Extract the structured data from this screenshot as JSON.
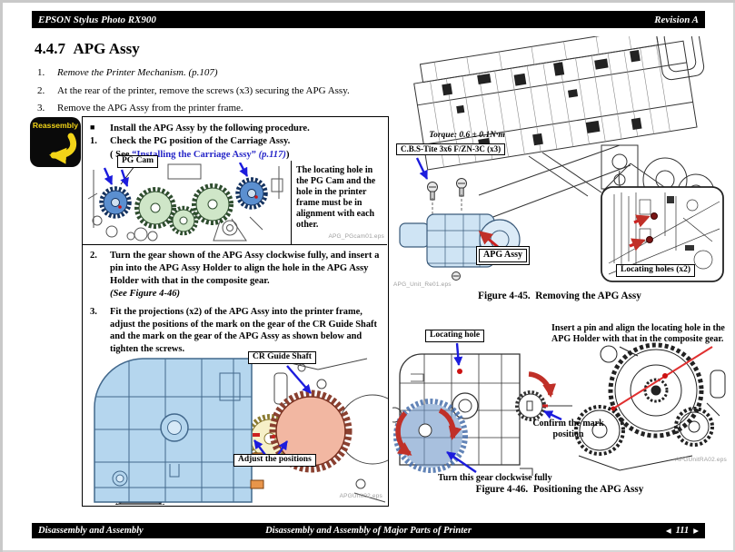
{
  "header": {
    "product": "EPSON Stylus Photo RX900",
    "revision": "Revision A"
  },
  "section_title": "4.4.7  APG Assy",
  "removal_steps": [
    {
      "num": "1.",
      "text": "Remove the Printer Mechanism. (p.107)"
    },
    {
      "num": "2.",
      "text": "At the rear of the printer, remove the screws (x3) securing the APG Assy."
    },
    {
      "num": "3.",
      "text": "Remove the APG Assy from the printer frame."
    }
  ],
  "reassembly": {
    "badge_label": "Reassembly",
    "intro_bullet": "■",
    "intro_text": "Install the APG Assy by the following procedure.",
    "step1_num": "1.",
    "step1_text": "Check the PG position of the Carriage Assy.",
    "step1_see_prefix": "( See ",
    "step1_link": "“Installing the Carriage Assy”",
    "step1_pageref": " (p.117)",
    "step1_suffix": ")",
    "pg_cam_label": "PG Cam",
    "pg_note": "The locating hole in the PG Cam and the hole in the printer frame must be in alignment with each other.",
    "pg_eps": "APG_PGcam01.eps",
    "step2_num": "2.",
    "step2_text": "Turn the gear shown of the APG Assy clockwise fully, and insert a pin into the APG Assy Holder to align the hole in the APG Assy Holder with that in the composite gear.",
    "step2_ref": "(See Figure 4-46)",
    "step3_num": "3.",
    "step3_text": "Fit the projections (x2) of the APG Assy into the printer frame, adjust the positions of the mark on the gear of the CR Guide Shaft and the mark on the gear of the APG Assy as shown below and tighten the screws.",
    "cr_label": "CR Guide Shaft",
    "adjust_label": "Adjust the positions",
    "cr_eps": "APGUnit02.eps"
  },
  "figure45": {
    "torque": "Torque: 0.6 ± 0.1N·m",
    "screw_label": "C.B.S-Tite 3x6 F/ZN-3C (x3)",
    "apg_label": "APG Assy",
    "inset_label": "Locating holes (x2)",
    "eps": "APG_Unit_Re01.eps",
    "caption": "Figure 4-45.  Removing the APG Assy"
  },
  "figure46": {
    "locating_label": "Locating hole",
    "insert_note": "Insert a pin and align the locating hole in the APG Holder with that in the composite gear.",
    "confirm_label": "Confirm the mark position",
    "turn_label": "Turn this gear clockwise fully",
    "eps": "APGUnitRA02.eps",
    "caption": "Figure 4-46.  Positioning the APG Assy"
  },
  "footer": {
    "left": "Disassembly and Assembly",
    "center": "Disassembly and Assembly of Major Parts of Printer",
    "prev_icon": "◀",
    "page": "111",
    "next_icon": "▶"
  },
  "colors": {
    "bar_bg": "#000000",
    "link_blue": "#2626c8",
    "arrow_blue": "#1c1cdd",
    "arrow_red": "#c03028",
    "gear_blue": "#5b8fd0",
    "gear_green": "#cfe6c8",
    "gear_pink": "#f2b7a2",
    "plate_blue": "#b5d6ee",
    "gear_yellow": "#f6f0c8",
    "badge_yellow": "#f2d418"
  }
}
